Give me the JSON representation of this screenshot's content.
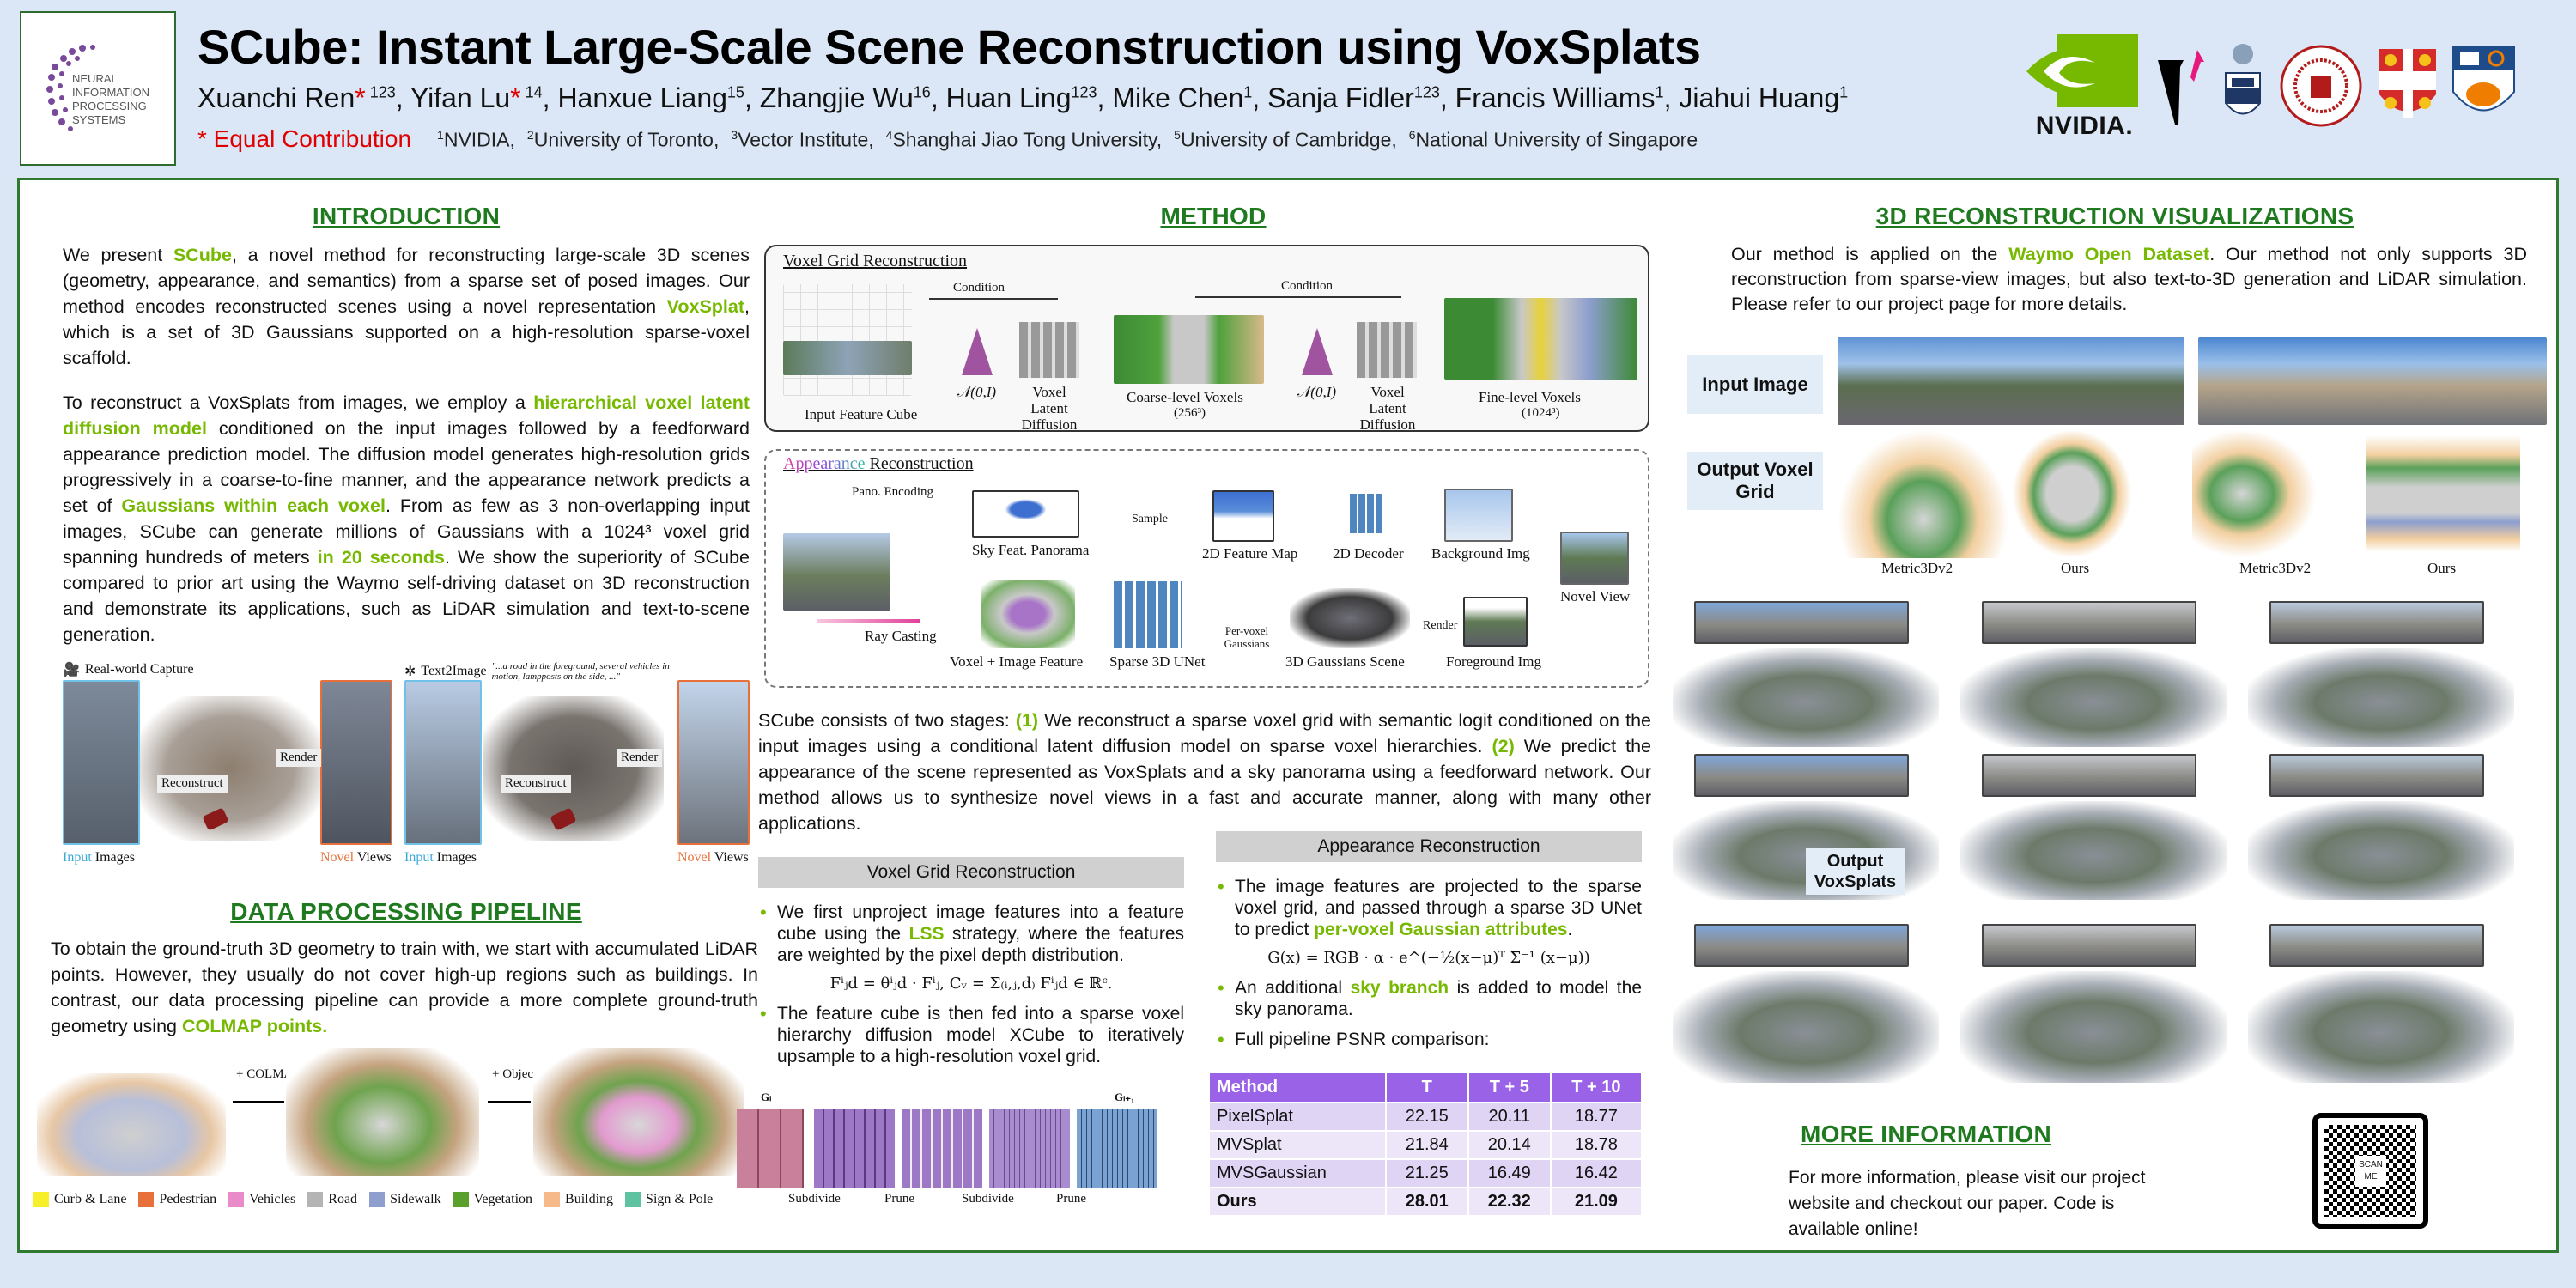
{
  "header": {
    "conference_logo": "NEURAL INFORMATION PROCESSING SYSTEMS",
    "title": "SCube: Instant Large-Scale Scene Reconstruction using VoxSplats",
    "authors": [
      {
        "name": "Xuanchi Ren",
        "star": "*",
        "aff": "123"
      },
      {
        "name": "Yifan Lu",
        "star": "*",
        "aff": "14"
      },
      {
        "name": "Hanxue Liang",
        "star": "",
        "aff": "15"
      },
      {
        "name": "Zhangjie Wu",
        "star": "",
        "aff": "16"
      },
      {
        "name": "Huan Ling",
        "star": "",
        "aff": "123"
      },
      {
        "name": "Mike Chen",
        "star": "",
        "aff": "1"
      },
      {
        "name": "Sanja Fidler",
        "star": "",
        "aff": "123"
      },
      {
        "name": "Francis Williams",
        "star": "",
        "aff": "1"
      },
      {
        "name": "Jiahui Huang",
        "star": "",
        "aff": "1"
      }
    ],
    "equal_contribution": "* Equal Contribution",
    "affiliations": [
      {
        "num": "1",
        "name": "NVIDIA,"
      },
      {
        "num": "2",
        "name": "University of Toronto,"
      },
      {
        "num": "3",
        "name": "Vector Institute,"
      },
      {
        "num": "4",
        "name": "Shanghai Jiao Tong University,"
      },
      {
        "num": "5",
        "name": "University of Cambridge,"
      },
      {
        "num": "6",
        "name": "National University of Singapore"
      }
    ],
    "logos": [
      "NVIDIA",
      "Vector Institute",
      "University of Toronto",
      "Shanghai Jiao Tong University",
      "University of Cambridge",
      "National University of Singapore"
    ],
    "nvidia_text": "NVIDIA."
  },
  "introduction": {
    "title": "INTRODUCTION",
    "p1": [
      "We present ",
      "SCube",
      ", a novel method for reconstructing large-scale 3D scenes (geometry, appearance, and semantics) from a sparse set of posed images. Our method encodes reconstructed scenes using a novel representation ",
      "VoxSplat",
      ", which is a set of 3D Gaussians supported on a high-resolution sparse-voxel scaffold."
    ],
    "p2": [
      "To reconstruct a VoxSplats from images, we employ a ",
      "hierarchical voxel latent diffusion model",
      " conditioned on the input images followed by a feedforward appearance prediction model. The diffusion model generates high-resolution grids progressively in a coarse-to-fine manner, and the appearance network predicts a set of ",
      "Gaussians within each voxel",
      ". From as few as 3 non-overlapping input images, SCube can generate millions of Gaussians with a 1024³ voxel grid spanning hundreds of meters ",
      "in 20 seconds",
      ". We show the superiority of SCube compared to prior art using the Waymo self-driving dataset on 3D reconstruction and demonstrate its applications, such as LiDAR simulation and text-to-scene generation."
    ],
    "figure": {
      "left_title": "Real-world Capture",
      "right_title": "Text2Image",
      "prompt": "\"...a road in the foreground, several vehicles in motion, lampposts on the side, ...\"",
      "reconstruct": "Reconstruct",
      "render": "Render",
      "input_word": "Input",
      "images_word": " Images",
      "novel_word": "Novel",
      "views_word": " Views"
    }
  },
  "data_pipeline": {
    "title": "DATA PROCESSING PIPELINE",
    "text": [
      "To obtain the ground-truth 3D geometry to train with, we start with accumulated LiDAR points. However, they usually do not cover high-up regions such as buildings. In contrast, our data processing pipeline can provide a more complete ground-truth geometry using ",
      "COLMAP points."
    ],
    "step1": "+ COLMAP Points",
    "step2": "+ Object BBox",
    "legend": [
      {
        "label": "Curb & Lane",
        "color": "#f6ef2a"
      },
      {
        "label": "Pedestrian",
        "color": "#e8703a"
      },
      {
        "label": "Vehicles",
        "color": "#e98bc9"
      },
      {
        "label": "Road",
        "color": "#b4b4b4"
      },
      {
        "label": "Sidewalk",
        "color": "#8d9ecf"
      },
      {
        "label": "Vegetation",
        "color": "#5aa02c"
      },
      {
        "label": "Building",
        "color": "#f6b98a"
      },
      {
        "label": "Sign & Pole",
        "color": "#5fc2a0"
      }
    ]
  },
  "method": {
    "title": "METHOD",
    "voxel_fig": {
      "title": "Voxel Grid Reconstruction",
      "condition1": "Condition",
      "condition2": "Condition",
      "input_cube": "Input Feature Cube",
      "noise1": "𝒩(0,I)",
      "noise2": "𝒩(0,I)",
      "vld1": "Voxel Latent Diffusion",
      "vld2": "Voxel Latent Diffusion",
      "coarse": "Coarse-level Voxels",
      "coarse_res": "(256³)",
      "fine": "Fine-level Voxels",
      "fine_res": "(1024³)"
    },
    "app_fig": {
      "title_colored": "Appearance",
      "title_rest": " Reconstruction",
      "pano": "Pano. Encoding",
      "sky": "Sky Feat. Panorama",
      "sample": "Sample",
      "feat_map": "2D Feature Map",
      "decoder": "2D Decoder",
      "bg": "Background Img",
      "novel": "Novel View",
      "ray": "Ray Casting",
      "voxel_img": "Voxel + Image Feature",
      "unet": "Sparse 3D UNet",
      "per_voxel": "Per-voxel Gaussians",
      "gauss_scene": "3D Gaussians Scene",
      "render": "Render",
      "fg": "Foreground Img"
    },
    "summary": [
      "SCube consists of two stages: ",
      "(1)",
      " We reconstruct a sparse voxel grid with semantic logit conditioned on the input images using a conditional latent diffusion model on sparse voxel hierarchies. ",
      "(2)",
      " We predict the appearance of the scene represented as VoxSplats and a sky panorama using a feedforward network. Our method allows us to synthesize novel views in a fast and accurate manner, along with many other applications."
    ],
    "voxel_section": {
      "header": "Voxel Grid Reconstruction",
      "b1": [
        "We first unproject image features into a feature cube using the ",
        "LSS",
        " strategy, where the features are weighted by the pixel depth distribution."
      ],
      "equation": "Fⁱⱼd = θⁱⱼd · Fⁱⱼ,   Cᵥ = Σ₍ᵢ,ⱼ,d₎ Fⁱⱼd ∈ ℝᶜ.",
      "b2": "The feature cube is then fed into a sparse voxel hierarchy diffusion model XCube to iteratively upsample to a high-resolution voxel grid.",
      "g_l": "Gₗ",
      "g_l1": "Gₗ₊₁",
      "steps": [
        "Subdivide",
        "Prune",
        "Subdivide",
        "Prune"
      ]
    },
    "appearance_section": {
      "header": "Appearance Reconstruction",
      "b1": [
        "The image features are projected to the sparse voxel grid, and passed through a sparse 3D UNet to predict ",
        "per-voxel Gaussian attributes",
        "."
      ],
      "equation": "G(x) = RGB · α · e^(−½(x−μ)ᵀ Σ⁻¹ (x−μ))",
      "b2": [
        "An additional ",
        "sky branch",
        " is added to model the sky panorama."
      ],
      "b3": "Full pipeline PSNR comparison:"
    },
    "psnr_table": {
      "headers": [
        "Method",
        "T",
        "T + 5",
        "T + 10"
      ],
      "rows": [
        [
          "PixelSplat",
          "22.15",
          "20.11",
          "18.77"
        ],
        [
          "MVSplat",
          "21.84",
          "20.14",
          "18.78"
        ],
        [
          "MVSGaussian",
          "21.25",
          "16.49",
          "16.42"
        ],
        [
          "Ours",
          "28.01",
          "22.32",
          "21.09"
        ]
      ]
    }
  },
  "visualizations": {
    "title": "3D RECONSTRUCTION VISUALIZATIONS",
    "text": [
      "Our method is applied on the ",
      "Waymo Open Dataset",
      ". Our method not only supports 3D reconstruction from sparse-view images, but also text-to-3D generation and LiDAR simulation. Please refer to our project page for more details."
    ],
    "input_label": "Input Image",
    "output_label": "Output Voxel Grid",
    "captions": [
      "Metric3Dv2",
      "Ours",
      "Metric3Dv2",
      "Ours"
    ],
    "voxsplats_label": "Output VoxSplats"
  },
  "more_info": {
    "title": "MORE INFORMATION",
    "text": "For more information, please visit our project website and checkout our paper. Code is available online!",
    "qr_label": "SCAN ME"
  }
}
